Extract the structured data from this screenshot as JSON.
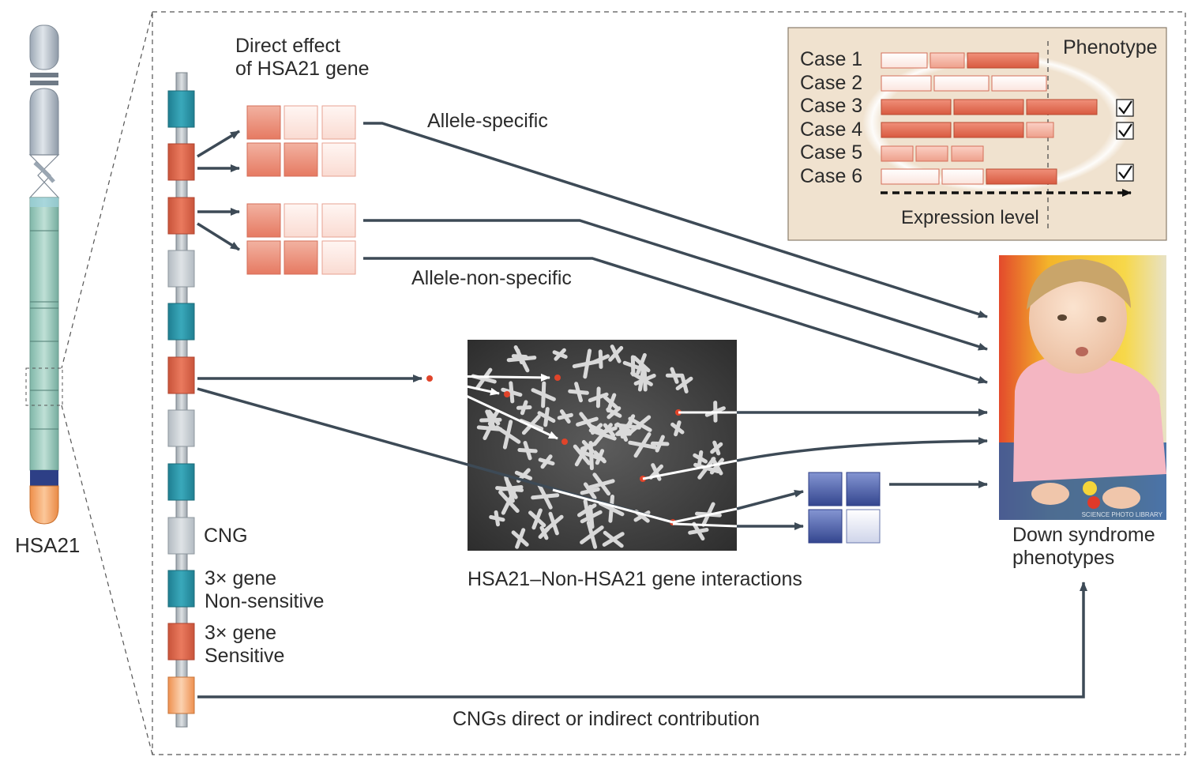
{
  "chromosome": {
    "label": "HSA21"
  },
  "direct_effect": {
    "title": "Direct effect\nof HSA21 gene"
  },
  "paths": {
    "allele_specific": "Allele-specific",
    "allele_non_specific": "Allele-non-specific",
    "gene_interactions": "HSA21–Non-HSA21 gene interactions",
    "cng_contribution": "CNGs direct or indirect contribution"
  },
  "legend": {
    "cng": "CNG",
    "non_sensitive": "3× gene\nNon-sensitive",
    "sensitive": "3× gene\nSensitive"
  },
  "outcome": {
    "label": "Down syndrome\nphenotypes",
    "photo_credit": "SCIENCE PHOTO LIBRARY"
  },
  "inset": {
    "phenotype_header": "Phenotype",
    "axis_label": "Expression level",
    "cases": [
      {
        "label": "Case 1",
        "phenotype": false
      },
      {
        "label": "Case 2",
        "phenotype": false
      },
      {
        "label": "Case 3",
        "phenotype": true
      },
      {
        "label": "Case 4",
        "phenotype": true
      },
      {
        "label": "Case 5",
        "phenotype": false
      },
      {
        "label": "Case 6",
        "phenotype": true
      }
    ]
  },
  "colors": {
    "teal_gene": "#2f98aa",
    "red_gene": "#e06a4e",
    "grey_gene": "#c8ced3",
    "orange_gene": "#f3a065",
    "arrow": "#3d4a56",
    "inset_bg": "#f0e2cf",
    "blue_gene": "#4a5faa"
  }
}
